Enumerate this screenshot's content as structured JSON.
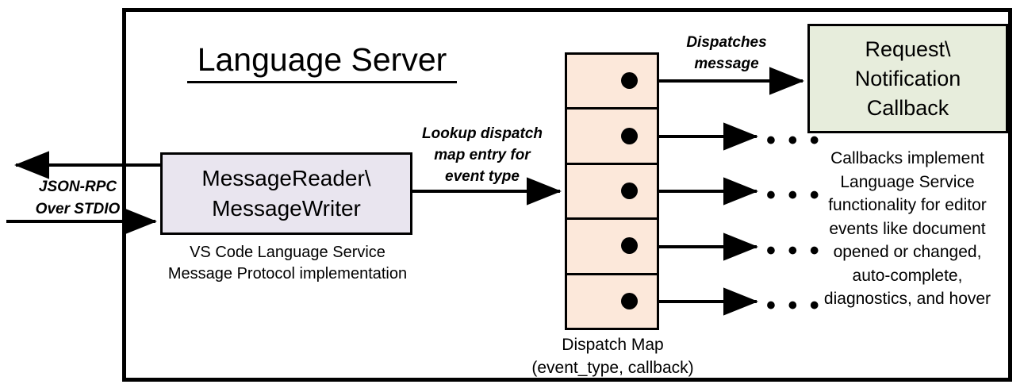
{
  "diagram": {
    "title": "Language Server",
    "frame_name": "language-server-boundary",
    "colors": {
      "message_box_fill": "#e9e5ef",
      "dispatch_map_fill": "#fce8da",
      "callback_fill": "#e7eddc",
      "stroke": "#000000",
      "background": "#ffffff"
    }
  },
  "transport": {
    "label_line1": "JSON-RPC",
    "label_line2": "Over STDIO",
    "outbound_arrow_name": "jsonrpc-outbound-arrow",
    "inbound_arrow_name": "jsonrpc-inbound-arrow"
  },
  "message_box": {
    "line1": "MessageReader\\",
    "line2": "MessageWriter",
    "caption_line1": "VS Code Language Service",
    "caption_line2": "Message Protocol implementation"
  },
  "lookup": {
    "line1": "Lookup dispatch",
    "line2": "map entry for",
    "line3": "event type"
  },
  "dispatch_map": {
    "caption_line1": "Dispatch Map",
    "caption_line2": "(event_type, callback)",
    "cells": [
      {
        "index": 1,
        "dot": "entry-dot"
      },
      {
        "index": 2,
        "dot": "entry-dot"
      },
      {
        "index": 3,
        "dot": "entry-dot"
      },
      {
        "index": 4,
        "dot": "entry-dot"
      },
      {
        "index": 5,
        "dot": "entry-dot"
      }
    ]
  },
  "dispatch": {
    "line1": "Dispatches",
    "line2": "message"
  },
  "callback": {
    "line1": "Request\\",
    "line2": "Notification",
    "line3": "Callback",
    "description": [
      "Callbacks implement",
      "Language Service",
      "functionality for editor",
      "events like document",
      "opened or changed,",
      "auto-complete,",
      "diagnostics, and hover"
    ]
  },
  "ellipses": {
    "glyph": "• • •",
    "rows": [
      2,
      3,
      4,
      5
    ]
  }
}
